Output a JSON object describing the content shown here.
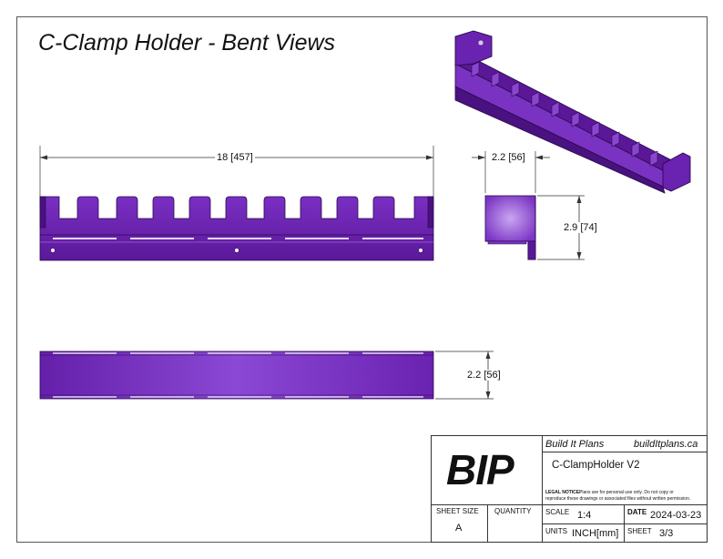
{
  "title": "C-Clamp Holder - Bent Views",
  "dimensions": {
    "width_top": "18 [457]",
    "side_width": "2.2 [56]",
    "side_height": "2.9 [74]",
    "bottom_height": "2.2 [56]"
  },
  "title_block": {
    "logo": "BIP",
    "company": "Build It Plans",
    "website": "buildItplans.ca",
    "part_name": "C-ClampHolder V2",
    "legal_label": "LEGAL NOTICE:",
    "legal_text_1": "Plans are for personal use only. Do not copy or",
    "legal_text_2": "reproduce these drawings or associated files without written permission.",
    "sheet_size_label": "SHEET SIZE",
    "sheet_size": "A",
    "quantity_label": "QUANTITY",
    "quantity": "",
    "scale_label": "SCALE",
    "scale": "1:4",
    "date_label": "DATE",
    "date": "2024-03-23",
    "units_label": "UNITS",
    "units": "INCH[mm]",
    "sheet_label": "SHEET",
    "sheet": "3/3"
  },
  "colors": {
    "part": "#6a1fb0",
    "part_dark": "#4a1180",
    "part_light": "#8a45d0"
  }
}
